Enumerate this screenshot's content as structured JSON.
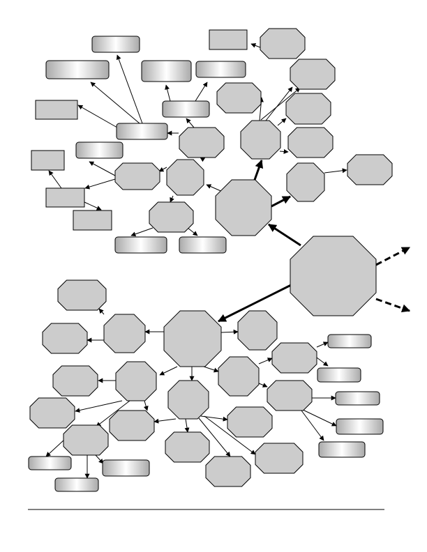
{
  "diagram": {
    "colors": {
      "node_fill": "#cccccc",
      "pill_center": "#ffffff",
      "pill_edge": "#a9a9a9",
      "line": "#000000",
      "background": "#ffffff"
    },
    "node_shapes": [
      "octagon",
      "rectangle",
      "gradient-pill"
    ],
    "edge_styles": [
      "thin-arrow",
      "thick-arrow",
      "dashed-thick-arrow"
    ]
  }
}
